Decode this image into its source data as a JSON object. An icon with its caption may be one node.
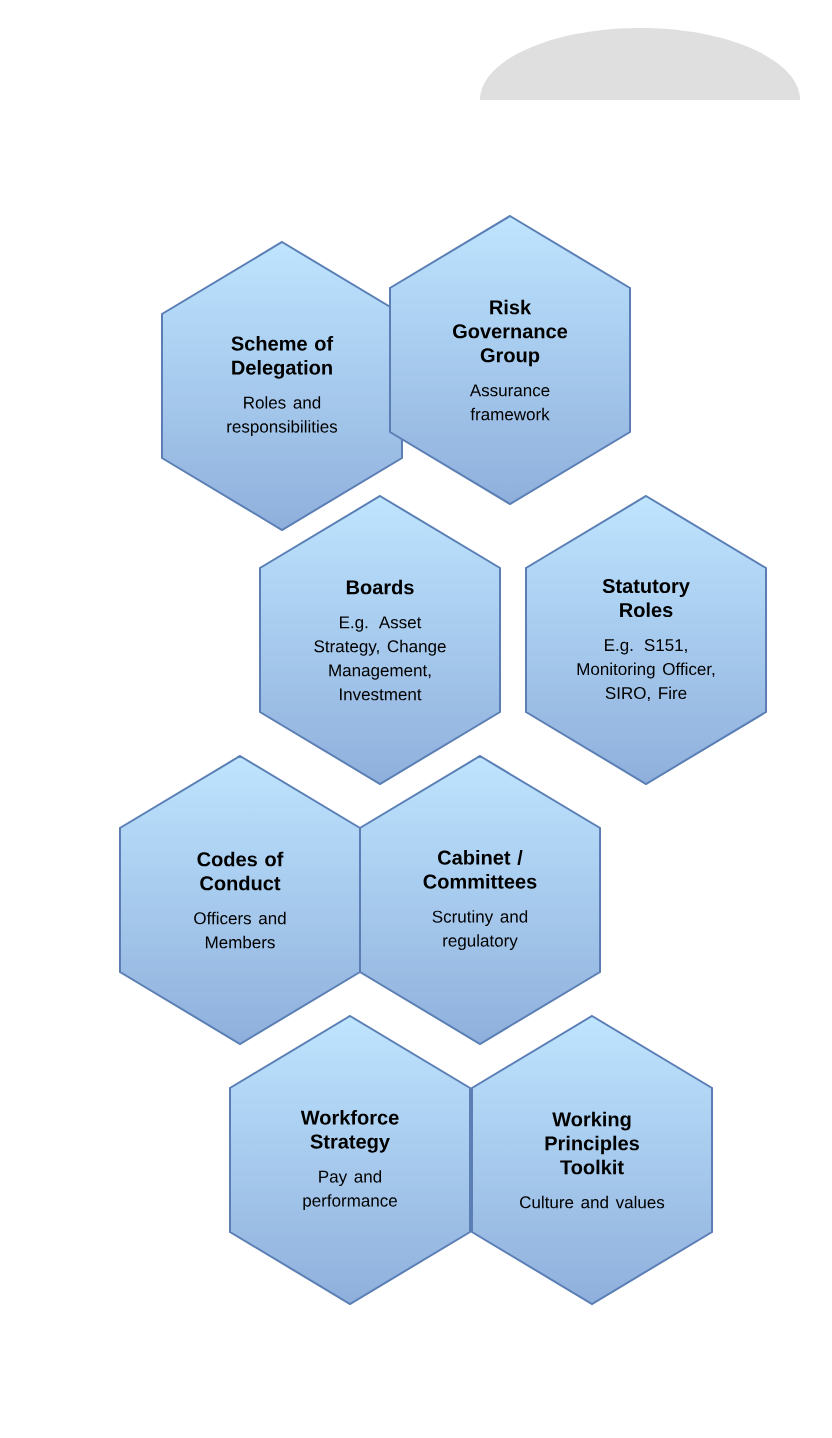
{
  "diagram": {
    "nodes": [
      {
        "text": [
          "Scheme of Delegation",
          "Roles and responsibilities"
        ]
      },
      {
        "text": [
          "Risk Governance Group",
          "Assurance framework"
        ]
      },
      {
        "text": [
          "Boards",
          "E.g. Asset Strategy, Change Management, Investment"
        ]
      },
      {
        "text": [
          "Statutory Roles",
          "E.g. S151, Monitoring Officer, SIRO, Fire"
        ]
      },
      {
        "text": [
          "Codes of Conduct",
          "Officers and Members"
        ]
      },
      {
        "text": [
          "Cabinet / Committees",
          "Scrutiny and regulatory"
        ]
      },
      {
        "text": [
          "Workforce Strategy",
          "Pay and performance"
        ]
      },
      {
        "text": [
          "Working Principles Toolkit",
          "Culture and values"
        ]
      }
    ]
  }
}
